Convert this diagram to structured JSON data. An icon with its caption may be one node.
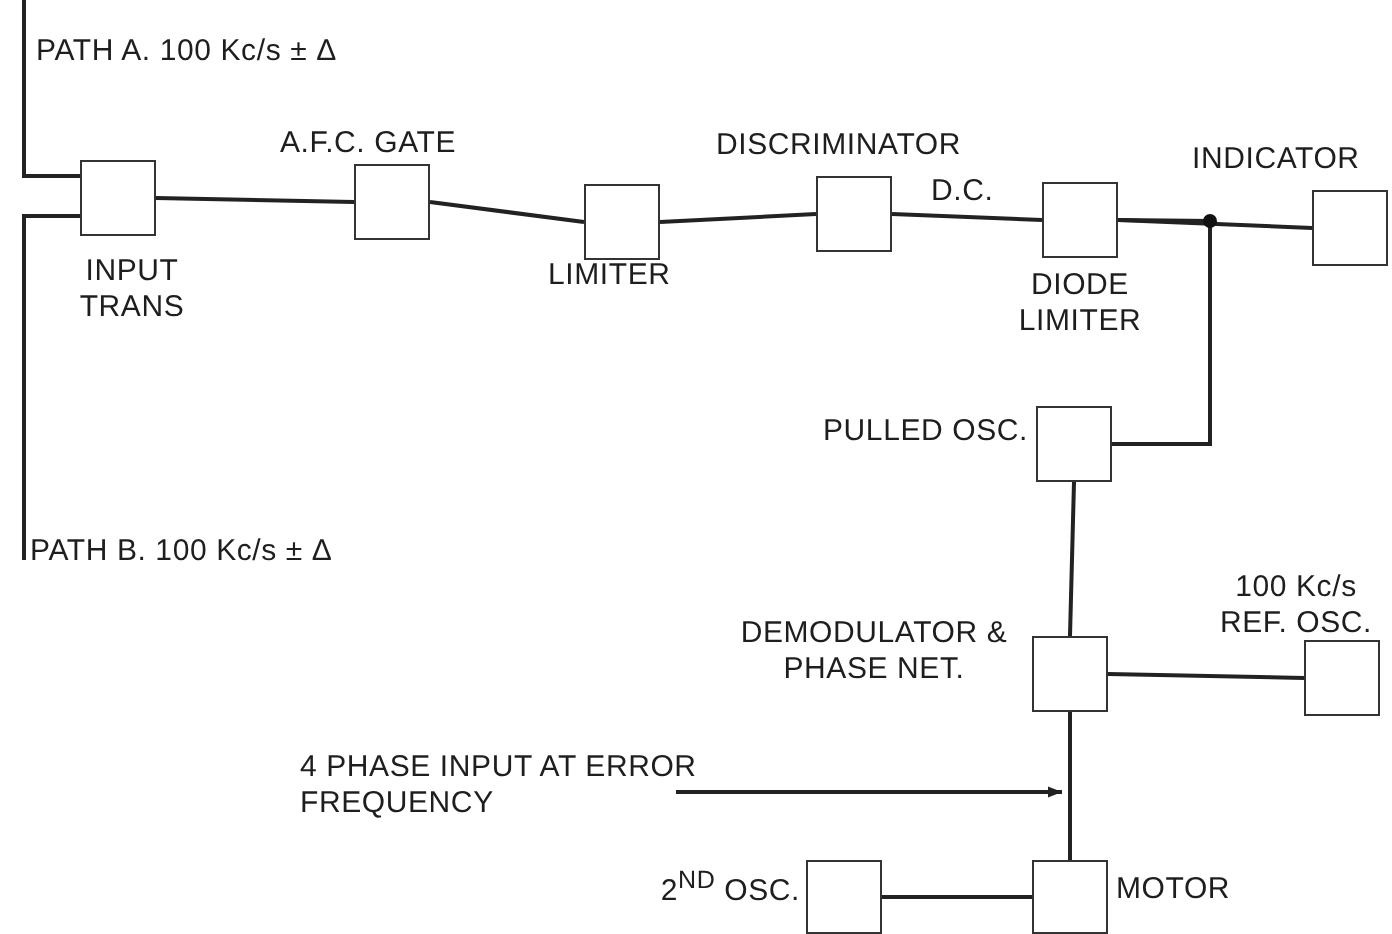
{
  "diagram": {
    "nodes": [
      {
        "text": [
          "INPUT TRANS"
        ]
      },
      {
        "text": [
          "A.F.C. GATE"
        ]
      },
      {
        "text": [
          "LIMITER"
        ]
      },
      {
        "text": [
          "DISCRIMINATOR"
        ]
      },
      {
        "text": [
          "DIODE LIMITER"
        ]
      },
      {
        "text": [
          "INDICATOR"
        ]
      },
      {
        "text": [
          "PULLED OSC."
        ]
      },
      {
        "text": [
          "DEMODULATOR & PHASE NET."
        ]
      },
      {
        "text": [
          "100 Kc/s REF. OSC."
        ]
      },
      {
        "text": [
          "2$^{ND}$ OSC."
        ]
      },
      {
        "text": [
          "MOTOR"
        ]
      },
      {
        "text": [
          "4 PHASE INPUT AT ERROR FREQUENCY"
        ]
      }
    ],
    "edges": [
      {
        "from": null,
        "to": 0,
        "arrow": "none",
        "label": "PATH A. 100 Kc/s ± Δ"
      },
      {
        "from": null,
        "to": 0,
        "arrow": "none",
        "label": "PATH B. 100 Kc/s ± Δ"
      },
      {
        "from": 0,
        "to": 1,
        "arrow": "none"
      },
      {
        "from": 1,
        "to": 2,
        "arrow": "none"
      },
      {
        "from": 2,
        "to": 3,
        "arrow": "none"
      },
      {
        "from": 3,
        "to": 4,
        "arrow": "none",
        "label": "D.C."
      },
      {
        "from": 4,
        "to": 5,
        "arrow": "none"
      },
      {
        "from": 4,
        "to": 6,
        "arrow": "none"
      },
      {
        "from": 6,
        "to": 7,
        "arrow": "none"
      },
      {
        "from": 7,
        "to": 8,
        "arrow": "none"
      },
      {
        "from": 7,
        "to": 10,
        "arrow": "none"
      },
      {
        "from": 9,
        "to": 10,
        "arrow": "none"
      },
      {
        "from": 11,
        "to": null,
        "arrow": "to"
      }
    ]
  }
}
